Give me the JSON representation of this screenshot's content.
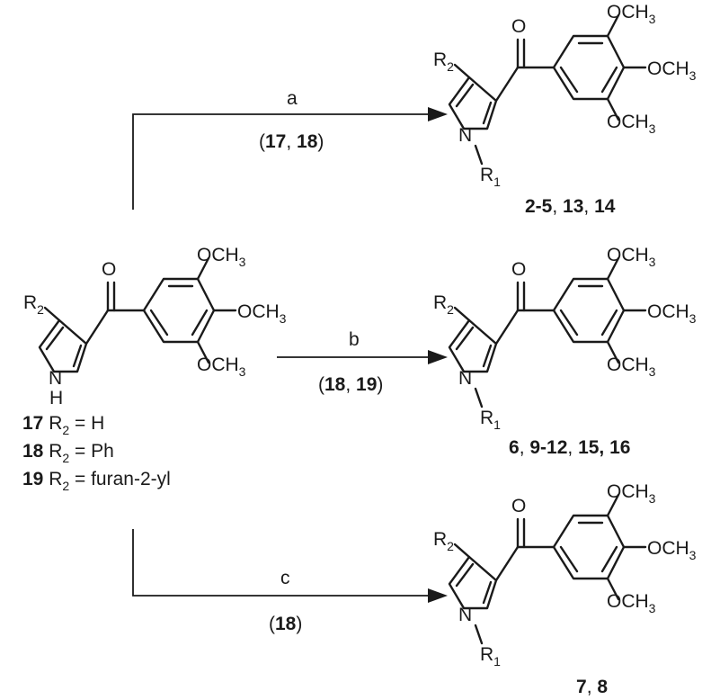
{
  "atoms": {
    "R": "R",
    "R2_sub": "2",
    "R1_sub": "1",
    "N": "N",
    "NH_H": "H",
    "O": "O",
    "OCH": "OCH",
    "OCH_sub": "3"
  },
  "steps": [
    {
      "reagent": "a",
      "substrates": [
        "17",
        "18"
      ],
      "products": [
        "2-5",
        "13",
        "14"
      ]
    },
    {
      "reagent": "b",
      "substrates": [
        "18",
        "19"
      ],
      "products": [
        "6",
        "9-12",
        "15",
        "16"
      ]
    },
    {
      "reagent": "c",
      "substrates": [
        "18"
      ],
      "products": [
        "7",
        "8"
      ]
    }
  ],
  "starting_materials": [
    {
      "id": "17",
      "r2_value": "H"
    },
    {
      "id": "18",
      "r2_value": "Ph"
    },
    {
      "id": "19",
      "r2_value": "furan-2-yl"
    }
  ]
}
